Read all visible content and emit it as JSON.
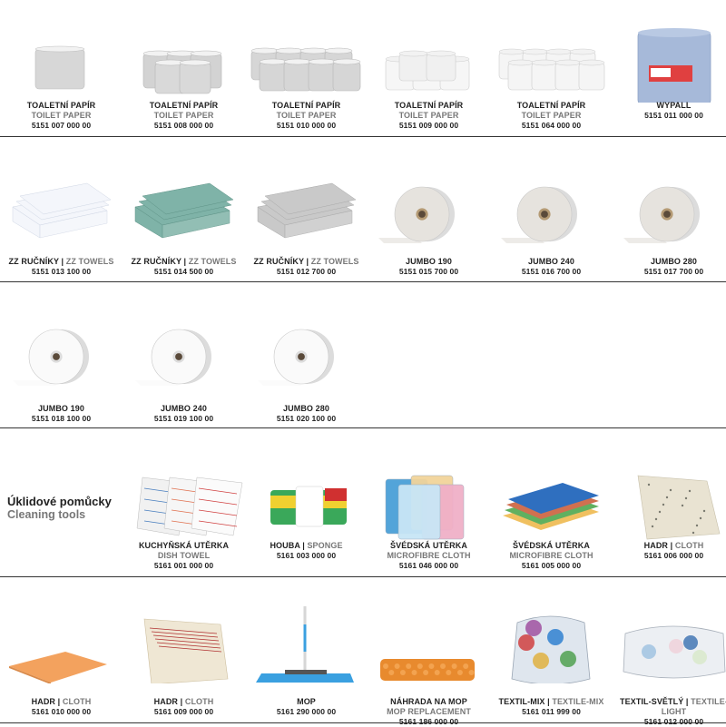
{
  "rows": [
    [
      {
        "cz": "TOALETNÍ PAPÍR",
        "en": "TOILET PAPER",
        "code": "5151 007 000 00",
        "icon": "single-toilet-roll"
      },
      {
        "cz": "TOALETNÍ PAPÍR",
        "en": "TOILET PAPER",
        "code": "5151 008 000 00",
        "icon": "toilet-roll-pack-3"
      },
      {
        "cz": "TOALETNÍ PAPÍR",
        "en": "TOILET PAPER",
        "code": "5151 010 000 00",
        "icon": "toilet-roll-pack-8"
      },
      {
        "cz": "TOALETNÍ PAPÍR",
        "en": "TOILET PAPER",
        "code": "5151 009 000 00",
        "icon": "white-toilet-roll-pack"
      },
      {
        "cz": "TOALETNÍ PAPÍR",
        "en": "TOILET PAPER",
        "code": "5151 064 000 00",
        "icon": "white-toilet-roll-pack-large"
      },
      {
        "cz": "WYPALL",
        "en": "",
        "code": "5151 011 000 00",
        "icon": "wypall-roll"
      }
    ],
    [
      {
        "cz": "ZZ RUČNÍKY",
        "en": "ZZ TOWELS",
        "code": "5151 013 100 00",
        "icon": "white-zz-towels"
      },
      {
        "cz": "ZZ RUČNÍKY",
        "en": "ZZ TOWELS",
        "code": "5151 014 500 00",
        "icon": "green-zz-towels"
      },
      {
        "cz": "ZZ RUČNÍKY",
        "en": "ZZ TOWELS",
        "code": "5151 012 700 00",
        "icon": "grey-zz-towels"
      },
      {
        "cz": "JUMBO 190",
        "en": "",
        "code": "5151 015 700 00",
        "icon": "jumbo-roll-grey"
      },
      {
        "cz": "JUMBO 240",
        "en": "",
        "code": "5151 016 700 00",
        "icon": "jumbo-roll-grey"
      },
      {
        "cz": "JUMBO 280",
        "en": "",
        "code": "5151 017 700 00",
        "icon": "jumbo-roll-grey"
      }
    ],
    [
      {
        "cz": "JUMBO 190",
        "en": "",
        "code": "5151 018 100 00",
        "icon": "jumbo-roll-white"
      },
      {
        "cz": "JUMBO 240",
        "en": "",
        "code": "5151 019 100 00",
        "icon": "jumbo-roll-white"
      },
      {
        "cz": "JUMBO 280",
        "en": "",
        "code": "5151 020 100 00",
        "icon": "jumbo-roll-white"
      }
    ],
    [
      {
        "cz": "KUCHYŇSKÁ UTĚRKA",
        "en": "DISH TOWEL",
        "code": "5161 001 000 00",
        "icon": "dish-towel"
      },
      {
        "cz": "HOUBA",
        "en": "SPONGE",
        "code": "5161 003 000 00",
        "icon": "sponge-pack"
      },
      {
        "cz": "ŠVÉDSKÁ UTĚRKA",
        "en": "MICROFIBRE CLOTH",
        "code": "5161 046 000 00",
        "icon": "microfibre-bags"
      },
      {
        "cz": "ŠVÉDSKÁ UTĚRKA",
        "en": "MICROFIBRE CLOTH",
        "code": "5161 005 000 00",
        "icon": "microfibre-stack"
      },
      {
        "cz": "HADR",
        "en": "CLOTH",
        "code": "5161 006 000 00",
        "icon": "floor-cloth"
      }
    ],
    [
      {
        "cz": "HADR",
        "en": "CLOTH",
        "code": "5161 010 000 00",
        "icon": "orange-cloth"
      },
      {
        "cz": "HADR",
        "en": "CLOTH",
        "code": "5161 009 000 00",
        "icon": "striped-cloth"
      },
      {
        "cz": "MOP",
        "en": "",
        "code": "5161 290 000 00",
        "icon": "flat-mop"
      },
      {
        "cz": "NÁHRADA NA MOP",
        "en": "MOP REPLACEMENT",
        "code": "5161 186 000 00",
        "icon": "mop-pad"
      },
      {
        "cz": "TEXTIL-MIX",
        "en": "TEXTILE-MIX",
        "code": "5161 011 999 00",
        "icon": "textile-bag-mix"
      },
      {
        "cz": "TEXTIL-SVĚTLÝ",
        "en": "TEXTILE-LIGHT",
        "code": "5161 012 000 00",
        "icon": "textile-bag-light"
      }
    ]
  ],
  "section": {
    "cz": "Úklidové pomůcky",
    "en": "Cleaning tools"
  },
  "colors": {
    "text": "#222222",
    "english": "#777777",
    "rule": "#333333"
  }
}
